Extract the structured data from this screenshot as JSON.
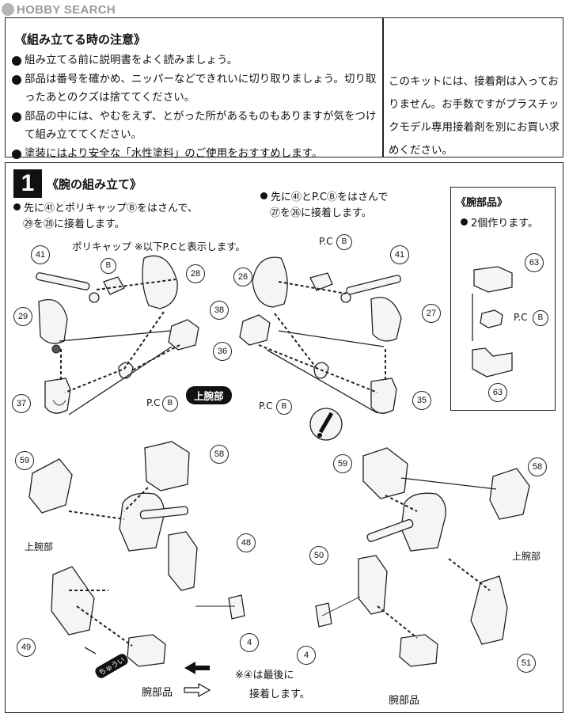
{
  "watermark": {
    "text": "HOBBY SEARCH"
  },
  "caution": {
    "title": "《組み立てる時の注意》",
    "items": [
      "組み立てる前に説明書をよく読みましょう。",
      "部品は番号を確かめ、ニッパーなどできれいに切り取りましょう。切り取ったあとのクズは捨ててください。",
      "部品の中には、やむをえず、とがった所があるものもありますが気をつけて組み立ててください。",
      "塗装にはより安全な「水性塗料」のご使用をおすすめします。"
    ]
  },
  "glue_note": "このキットには、接着剤は入っておりません。お手数ですがプラスチックモデル専用接着剤を別にお買い求めください。",
  "step": {
    "number": "1",
    "title": "《腕の組み立て》",
    "instr_left": [
      "先に㊶とポリキャップⒷをはさんで、",
      "㉙を㉘に接着します。"
    ],
    "instr_right": [
      "先に㊶とP.CⒷをはさんで",
      "㉗を㉖に接着します。"
    ],
    "polycap_note": "ポリキャップ ※以下P.Cと表示します。",
    "upper_arm_badge": "上腕部",
    "warning_icon": "exclamation-icon"
  },
  "arm_parts_box": {
    "title": "《腕部品》",
    "note": "2個作ります。",
    "labels": [
      "63",
      "P.C",
      "B",
      "63"
    ]
  },
  "callouts_top": [
    "41",
    "B",
    "28",
    "29",
    "38",
    "37",
    "P.C",
    "B",
    "26",
    "P.C",
    "B",
    "41",
    "27",
    "36",
    "P.C",
    "B",
    "35"
  ],
  "callouts_bottom": [
    "59",
    "58",
    "48",
    "49",
    "4",
    "59",
    "58",
    "50",
    "51",
    "4"
  ],
  "labels_bottom": {
    "upper_arm_left": "上腕部",
    "upper_arm_right": "上腕部",
    "arm_part_left": "腕部品",
    "arm_part_right": "腕部品",
    "side_note": "ちゅうい",
    "note_line1": "※④は最後に",
    "note_line2": "接着します。"
  }
}
